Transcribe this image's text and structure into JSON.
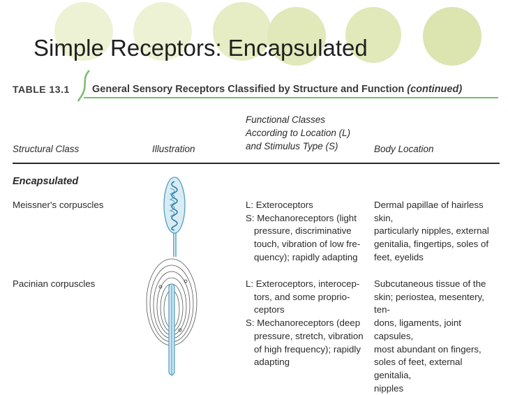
{
  "slide": {
    "title": "Simple Receptors: Encapsulated"
  },
  "table": {
    "number": "TABLE 13.1",
    "caption": "General Sensory Receptors Classified by Structure and Function",
    "caption_suffix": "(continued)",
    "headers": {
      "structural_class": "Structural Class",
      "illustration": "Illustration",
      "functional_line1": "Functional Classes",
      "functional_line2": "According to Location (L)",
      "functional_line3": "and Stimulus Type (S)",
      "body_location": "Body Location"
    },
    "section": "Encapsulated",
    "rows": [
      {
        "name": "Meissner's corpuscles",
        "func_lines": [
          "L: Exteroceptors",
          "S: Mechanoreceptors (light",
          "pressure, discriminative",
          "touch, vibration of low fre-",
          "quency); rapidly adapting"
        ],
        "loc_lines": [
          "Dermal papillae of hairless skin,",
          "particularly nipples, external",
          "genitalia, fingertips, soles of",
          "feet, eyelids"
        ]
      },
      {
        "name": "Pacinian corpuscles",
        "func_lines": [
          "L: Exteroceptors, interocep-",
          "tors, and some proprio-",
          "ceptors",
          "S: Mechanoreceptors (deep",
          "pressure, stretch, vibration",
          "of high frequency); rapidly",
          "adapting"
        ],
        "loc_lines": [
          "Subcutaneous tissue of the",
          "skin; periostea, mesentery, ten-",
          "dons, ligaments, joint capsules,",
          "most abundant on fingers,",
          "soles of feet, external genitalia,",
          "nipples"
        ]
      }
    ]
  },
  "colors": {
    "accent_green": "#7cbb6e",
    "circle_fill": "#e6ecc3",
    "illustration_blue": "#4f9ec4"
  }
}
